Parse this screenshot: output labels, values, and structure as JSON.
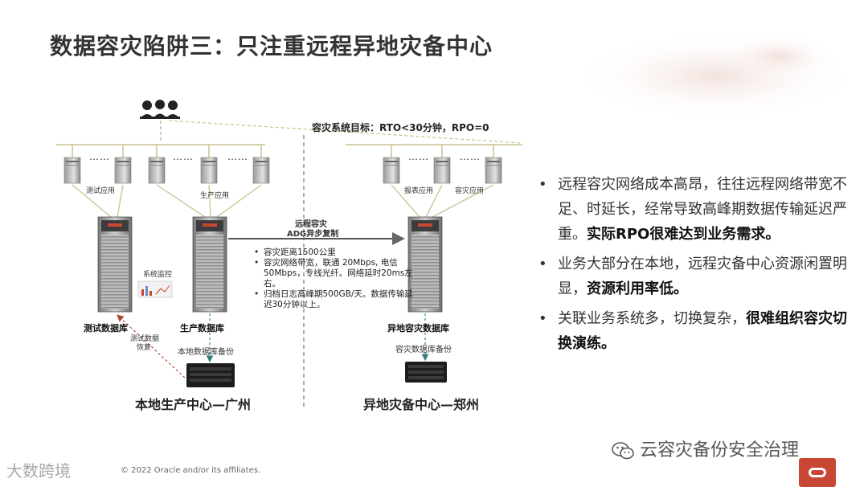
{
  "title": "数据容灾陷阱三：只注重远程异地灾备中心",
  "diagram": {
    "goal": "容灾系统目标：RTO<30分钟，RPO=0",
    "apps": {
      "test": "测试应用",
      "prod": "生产应用",
      "report": "报表应用",
      "dr": "容灾应用"
    },
    "dots": "……",
    "replication": {
      "line1": "远程容灾",
      "line2": "ADG异步复制"
    },
    "monitor": "系统监控",
    "databases": {
      "test": "测试数据库",
      "prod": "生产数据库",
      "dr": "异地容灾数据库"
    },
    "restore": {
      "line1": "测试数据",
      "line2": "恢复"
    },
    "backup": {
      "local": "本地数据库备份",
      "dr": "容灾数据库备份"
    },
    "centers": {
      "local": "本地生产中心—广州",
      "remote": "异地灾备中心—郑州"
    },
    "notes": [
      "容灾距离1500公里",
      "容灾网络带宽，联通 20Mbps, 电信50Mbps，专线光纤。网络延时20ms左右。",
      "归档日志高峰期500GB/天。数据传输延迟30分钟以上。"
    ]
  },
  "bullets": [
    {
      "normal": "远程容灾网络成本高昂，往往远程网络带宽不足、时延长，经常导致高峰期数据传输延迟严重。",
      "bold": "实际RPO很难达到业务需求。"
    },
    {
      "normal": "业务大部分在本地，远程灾备中心资源闲置明显，",
      "bold": "资源利用率低。"
    },
    {
      "normal": "关联业务系统多，切换复杂，",
      "bold": "很难组织容灾切换演练。"
    }
  ],
  "footer": {
    "copyright": "© 2022 Oracle and/or its affiliates.",
    "watermark_left": "大数跨境",
    "watermark_right": "云容灾备份安全治理"
  },
  "colors": {
    "title": "#333333",
    "arrow": "#555555",
    "brand": "#c74634"
  }
}
